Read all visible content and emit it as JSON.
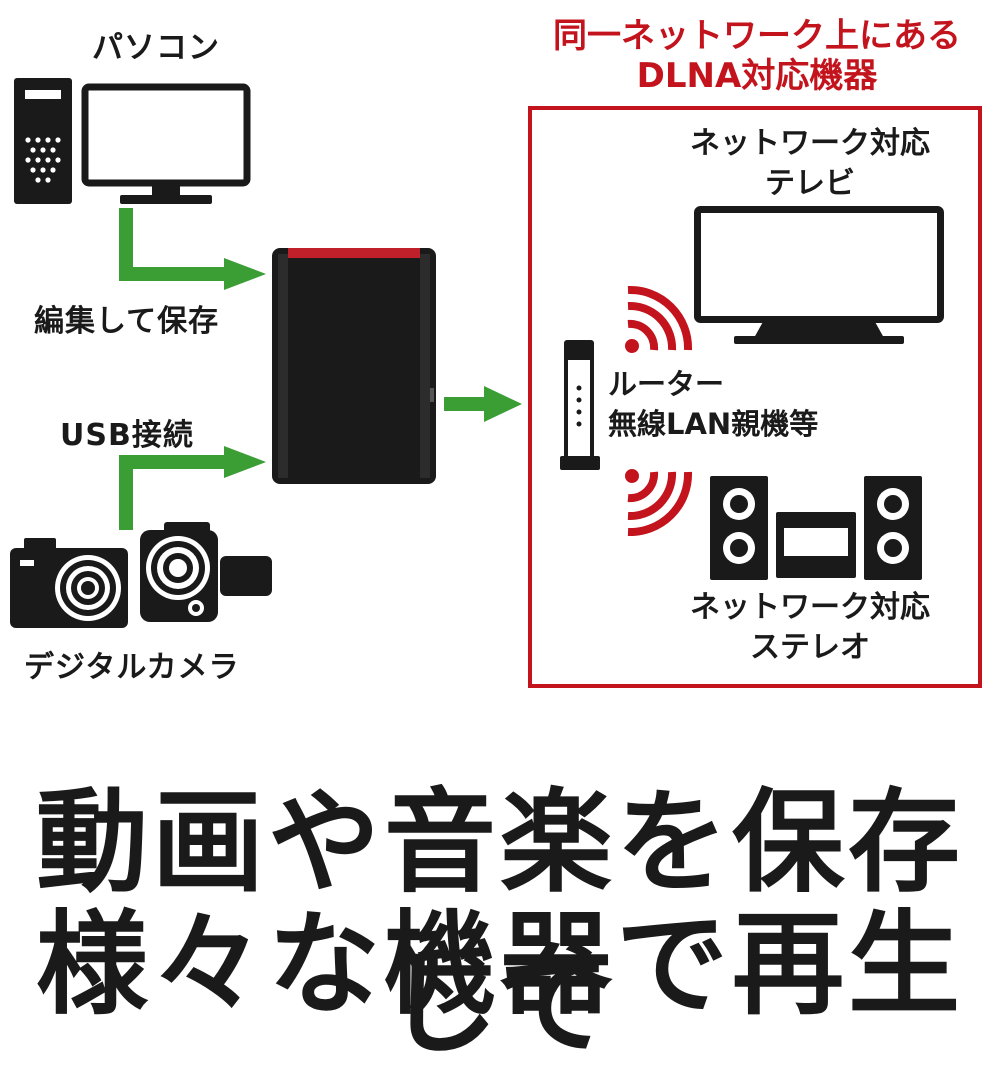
{
  "left": {
    "pc_label": "パソコン",
    "edit_save_label": "編集して保存",
    "usb_label": "USB接続",
    "camera_label": "デジタルカメラ"
  },
  "network_box": {
    "title_line1": "同一ネットワーク上にある",
    "title_line2": "DLNA対応機器",
    "tv_label_line1": "ネットワーク対応",
    "tv_label_line2": "テレビ",
    "router_label_line1": "ルーター",
    "router_label_line2": "無線LAN親機等",
    "stereo_label_line1": "ネットワーク対応",
    "stereo_label_line2": "ステレオ"
  },
  "headline": {
    "line1": "動画や音楽を保存して",
    "line2": "様々な機器で再生"
  },
  "colors": {
    "arrow_green": "#3a9e35",
    "box_red": "#c3141e",
    "device_black": "#1a1a1a",
    "nas_red_accent": "#c0202a"
  },
  "icons": [
    "pc-tower-icon",
    "monitor-icon",
    "nas-drive-icon",
    "camera-icon",
    "video-camera-icon",
    "router-icon",
    "tv-icon",
    "stereo-icon",
    "wifi-signal-icon",
    "arrow-icon"
  ]
}
